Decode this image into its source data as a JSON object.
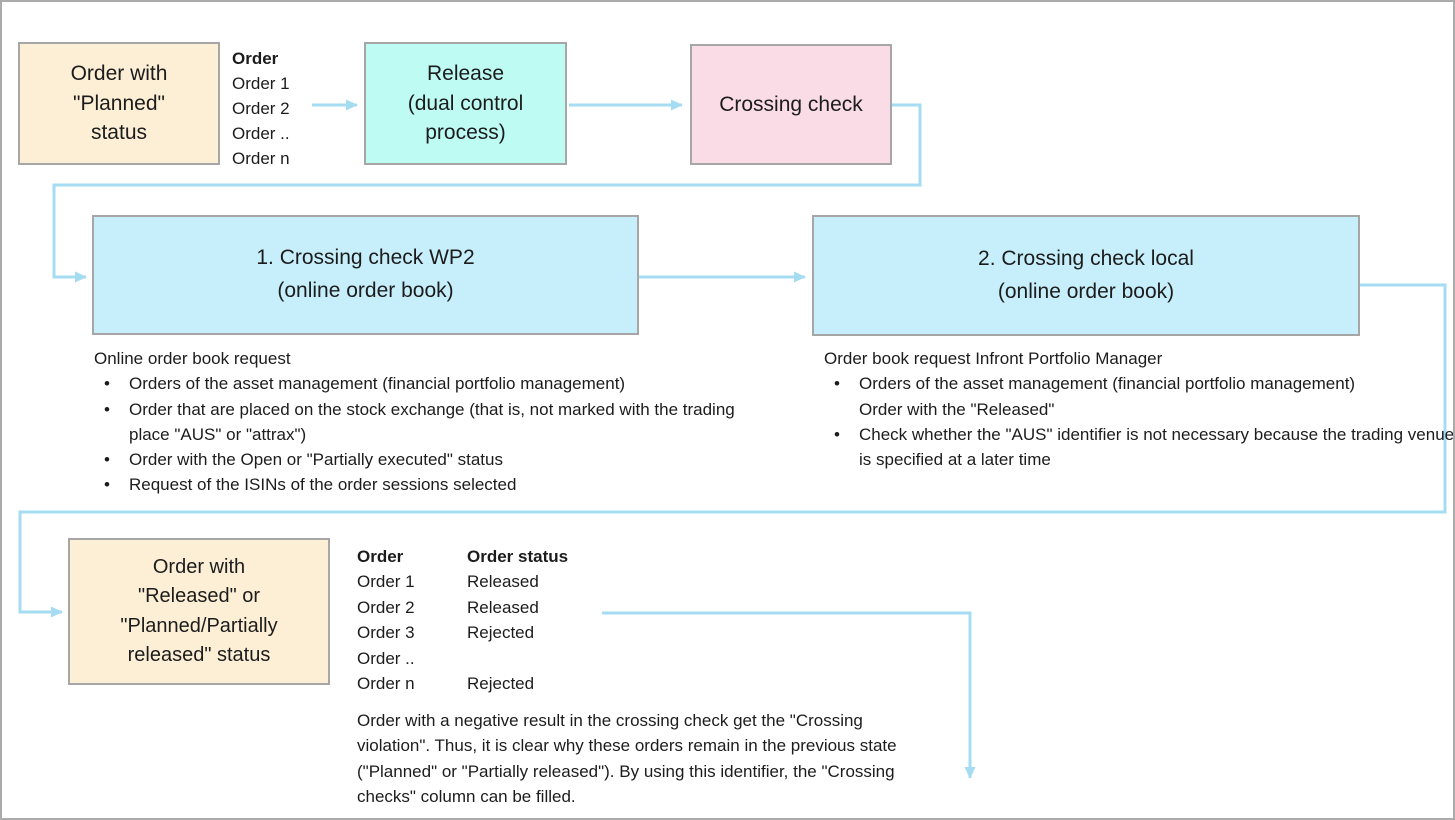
{
  "colors": {
    "cream": "#fcefd6",
    "cyan": "#bdfbf3",
    "pink": "#f9dce5",
    "blue": "#c7effb",
    "connector": "#a5dcf1",
    "box_border": "#a6a6a6",
    "outer_border": "#ababab",
    "text": "#1c1c1c"
  },
  "top": {
    "planned_box": "Order with\n\"Planned\"\nstatus",
    "order_list": {
      "header": "Order",
      "items": [
        "Order 1",
        "Order 2",
        "Order ..",
        "Order n"
      ]
    },
    "release_box": "Release\n(dual control\nprocess)",
    "crossing_box": "Crossing check"
  },
  "wp2": {
    "title": "1. Crossing check WP2\n(online order book)",
    "subtitle": "Online order book request",
    "bullets": [
      "Orders of the asset management (financial portfolio management)",
      "Order that are placed on the stock exchange (that is, not marked with the trading place \"AUS\" or \"attrax\")",
      "Order with the Open or \"Partially executed\" status",
      "Request of the ISINs of the order sessions selected"
    ]
  },
  "local": {
    "title": "2. Crossing check local\n(online order book)",
    "subtitle": "Order book request Infront Portfolio Manager",
    "bullets": [
      "Orders of the asset management (financial portfolio management)\nOrder with the \"Released\"",
      "Check whether the \"AUS\" identifier is not necessary because the trading venue is specified at a later time"
    ]
  },
  "result": {
    "status_box": "Order with\n\"Released\" or\n\"Planned/Partially\nreleased\" status",
    "table": {
      "headers": [
        "Order",
        "Order status"
      ],
      "rows": [
        [
          "Order 1",
          "Released"
        ],
        [
          "Order 2",
          "Released"
        ],
        [
          "Order 3",
          "Rejected"
        ],
        [
          "Order ..",
          ""
        ],
        [
          "Order n",
          "Rejected"
        ]
      ]
    },
    "note": "Order with a negative result in the crossing check get the \"Crossing violation\". Thus, it is clear why these orders remain in the previous state (\"Planned\" or \"Partially released\"). By using this identifier, the \"Crossing checks\" column can be filled."
  }
}
